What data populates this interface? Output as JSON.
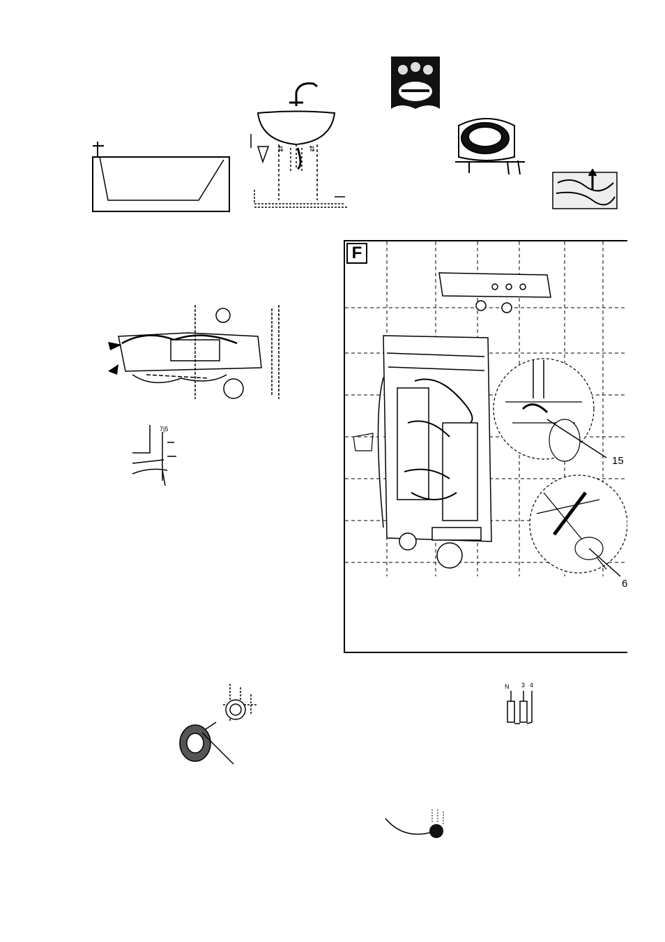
{
  "panel_f": {
    "label": "F",
    "callouts": {
      "upper": "15",
      "lower": "6"
    }
  },
  "wiring_fig": {
    "terminals": [
      "N",
      "3",
      "4"
    ]
  },
  "small_fig": {
    "marks": "7|5"
  },
  "icons": {
    "bathtub": "bathtub-icon",
    "basin": "washbasin-icon",
    "control_panel": "control-panel-icon"
  }
}
